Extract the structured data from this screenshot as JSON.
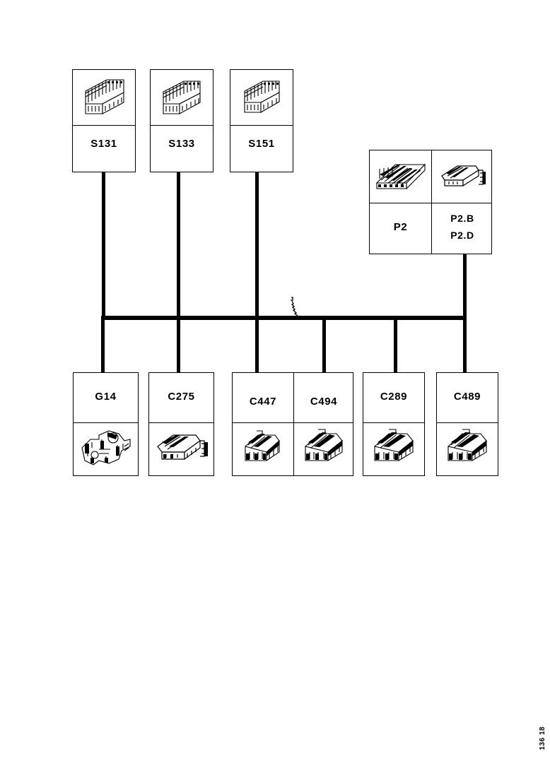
{
  "diagram": {
    "title": "Connector / splice wiring harness diagram",
    "corner_code": "136 18",
    "bus_label": "",
    "top_nodes": [
      {
        "id": "s131",
        "label": "S131",
        "icon": "splice-connector-icon"
      },
      {
        "id": "s133",
        "label": "S133",
        "icon": "splice-connector-icon"
      },
      {
        "id": "s151",
        "label": "S151",
        "icon": "splice-connector-icon"
      }
    ],
    "right_node": {
      "id": "p2",
      "labels": [
        {
          "id": "p2-main",
          "label": "P2",
          "icon": "connector-block-icon"
        },
        {
          "id": "p2-bd",
          "label_line1": "P2.B",
          "label_line2": "P2.D",
          "icon": "terminal-pin-icon"
        }
      ]
    },
    "bottom_nodes": [
      {
        "id": "g14",
        "label": "G14",
        "icon": "ground-bracket-icon"
      },
      {
        "id": "c275",
        "label": "C275",
        "icon": "inline-connector-icon"
      },
      {
        "id": "c447",
        "label": "C447",
        "icon": "housing-connector-icon"
      },
      {
        "id": "c494",
        "label": "C494",
        "icon": "housing-connector-icon"
      },
      {
        "id": "c289",
        "label": "C289",
        "icon": "housing-connector-icon"
      },
      {
        "id": "c489",
        "label": "C489",
        "icon": "housing-connector-icon"
      }
    ]
  }
}
